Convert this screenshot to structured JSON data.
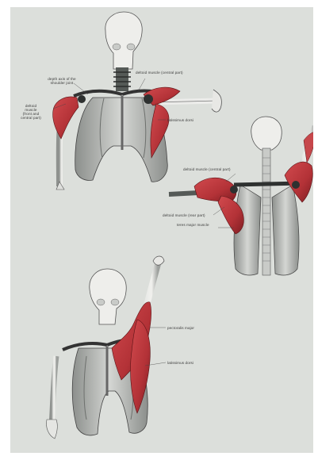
{
  "colors": {
    "paper": "#dcdfdb",
    "bone": "#e9e9e6",
    "bone_shade": "#9a9d9a",
    "ribcage": "#bfc2bf",
    "muscle": "#b8353a",
    "muscle_dark": "#7e1d22",
    "ink": "#3a3a3a"
  },
  "labels": {
    "depth_axis": "depth axis of the\nshoulder joint",
    "deltoid_central_1": "deltoid muscle (central part)",
    "deltoid_front": "deltoid\nmuscle\n(front and\ncentral part)",
    "latissimus_1": "latissimus dorsi",
    "deltoid_central_2": "deltoid muscle (central part)",
    "deltoid_rear": "deltoid muscle (rear part)",
    "teres_major": "teres major muscle",
    "pectoralis_major": "pectoralis major",
    "latissimus_2": "latissimus dorsi"
  },
  "figures": [
    {
      "name": "front-view-arm-abducted"
    },
    {
      "name": "back-view-arm-abducted"
    },
    {
      "name": "front-view-arm-raised"
    }
  ]
}
